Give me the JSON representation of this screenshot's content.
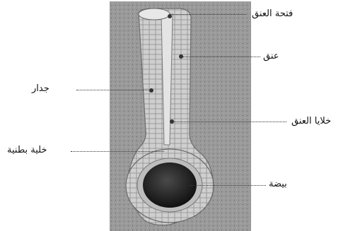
{
  "labels": {
    "neck_canal": "فتحة العنق",
    "neck": "عنق",
    "wall": "جدار",
    "neck_cells": "خلايا العنق",
    "ventral_cell": "خلية بطنية",
    "egg": "بيضة"
  }
}
